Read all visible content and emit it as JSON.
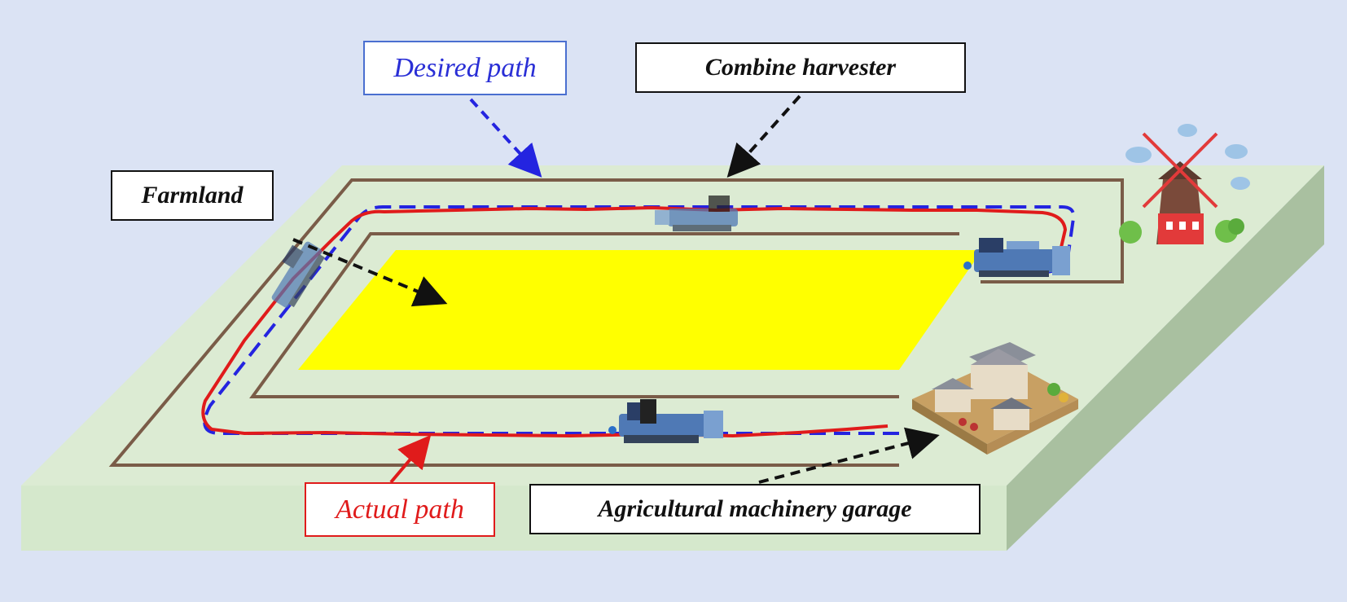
{
  "labels": {
    "desired_path": "Desired path",
    "combine_harvester": "Combine harvester",
    "farmland": "Farmland",
    "actual_path": "Actual path",
    "garage": "Agricultural machinery garage"
  },
  "colors": {
    "background": "#dbe3f4",
    "platform_top": "#dcebd3",
    "platform_side": "#a9c0a0",
    "field_boundary": "#7a5c48",
    "crop_area": "#ffff00",
    "desired_path": "#2424e0",
    "actual_path": "#e01b1b",
    "pointer_black": "#111111"
  },
  "icons": [
    "combine-harvester-icon",
    "windmill-icon",
    "farm-garage-icon"
  ]
}
